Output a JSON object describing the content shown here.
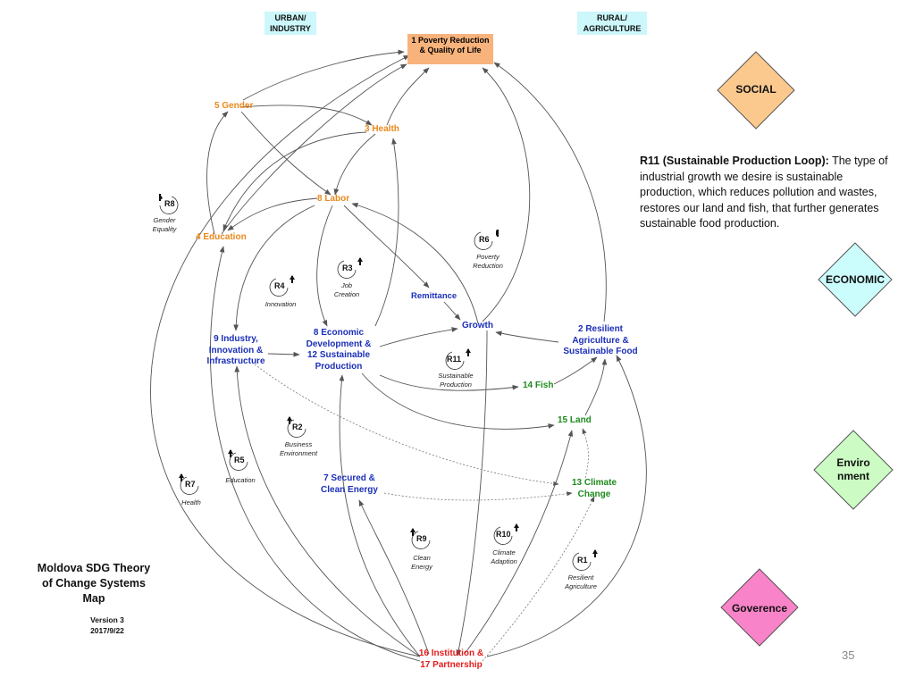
{
  "headers": {
    "urban": "URBAN/ INDUSTRY",
    "rural": "RURAL/ AGRICULTURE"
  },
  "nodes": {
    "n1": "1 Poverty Reduction & Quality of Life",
    "n5": "5 Gender",
    "n3": "3 Health",
    "n8": "8 Labor",
    "n4": "4 Education",
    "remit": "Remittance",
    "growth": "Growth",
    "n9": "9 Industry, Innovation & Infrastructure",
    "n812": "8 Economic Development & 12 Sustainable Production",
    "n2": "2 Resilient Agriculture & Sustainable Food",
    "n14": "14 Fish",
    "n15": "15 Land",
    "n7": "7 Secured & Clean Energy",
    "n13": "13 Climate Change",
    "n16": "16 Institution & 17 Partnership"
  },
  "loops": [
    {
      "id": "R8",
      "caption": "Gender Equality"
    },
    {
      "id": "R6",
      "caption": "Poverty Reduction"
    },
    {
      "id": "R3",
      "caption": "Job Creation"
    },
    {
      "id": "R4",
      "caption": "Innovation"
    },
    {
      "id": "R11",
      "caption": "Sustainable Production"
    },
    {
      "id": "R2",
      "caption": "Business Environment"
    },
    {
      "id": "R5",
      "caption": "Education"
    },
    {
      "id": "R7",
      "caption": "Health"
    },
    {
      "id": "R9",
      "caption": "Clean Energy"
    },
    {
      "id": "R10",
      "caption": "Climate Adaption"
    },
    {
      "id": "R1",
      "caption": "Resilient Agriculture"
    }
  ],
  "description": {
    "title": "R11 (Sustainable Production Loop):",
    "body": " The type of industrial growth we desire is sustainable production, which reduces pollution and wastes, restores our land and fish, that further generates sustainable food production."
  },
  "diamonds": {
    "social": "SOCIAL",
    "economic": "ECONOMIC",
    "environment": "Enviro nment",
    "governance": "Goverence"
  },
  "colors": {
    "social": "#fbc98e",
    "economic": "#ccfdfd",
    "environment": "#ccfcc3",
    "governance": "#f983c8",
    "poverty_box": "#f8b37c",
    "header_bg": "#ccf7fb"
  },
  "title": "Moldova SDG Theory of Change Systems Map",
  "version": "Version 3",
  "date": "2017/9/22",
  "page_number": "35"
}
